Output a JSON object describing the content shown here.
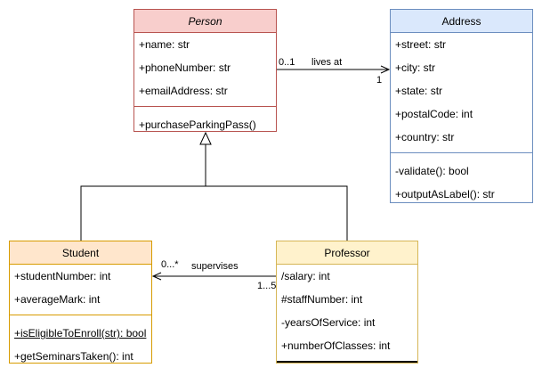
{
  "person": {
    "name": "Person",
    "attributes": [
      "+name: str",
      "+phoneNumber: str",
      "+emailAddress: str"
    ],
    "methods": [
      "+purchaseParkingPass()"
    ]
  },
  "address": {
    "name": "Address",
    "attributes": [
      "+street: str",
      "+city: str",
      "+state: str",
      "+postalCode: int",
      "+country: str"
    ],
    "methods": [
      "-validate(): bool",
      "+outputAsLabel(): str"
    ]
  },
  "student": {
    "name": "Student",
    "attributes": [
      "+studentNumber: int",
      "+averageMark: int"
    ],
    "methods": [
      "+isEligibleToEnroll(str): bool",
      "+getSeminarsTaken(): int"
    ]
  },
  "professor": {
    "name": "Professor",
    "attributes": [
      "/salary: int",
      "#staffNumber: int",
      "-yearsOfService: int",
      "+numberOfClasses: int"
    ],
    "methods": []
  },
  "relations": {
    "lives_at": {
      "label": "lives at",
      "source_multiplicity": "0..1",
      "target_multiplicity": "1"
    },
    "supervises": {
      "label": "supervises",
      "source_multiplicity": "1...5",
      "target_multiplicity": "0...*"
    }
  },
  "colors": {
    "person_fill": "#f8cecc",
    "person_stroke": "#b85450",
    "address_fill": "#dae8fc",
    "address_stroke": "#6c8ebf",
    "student_fill": "#ffe6cc",
    "student_stroke": "#d79b00",
    "professor_fill": "#fff2cc",
    "professor_stroke": "#d6b656"
  }
}
